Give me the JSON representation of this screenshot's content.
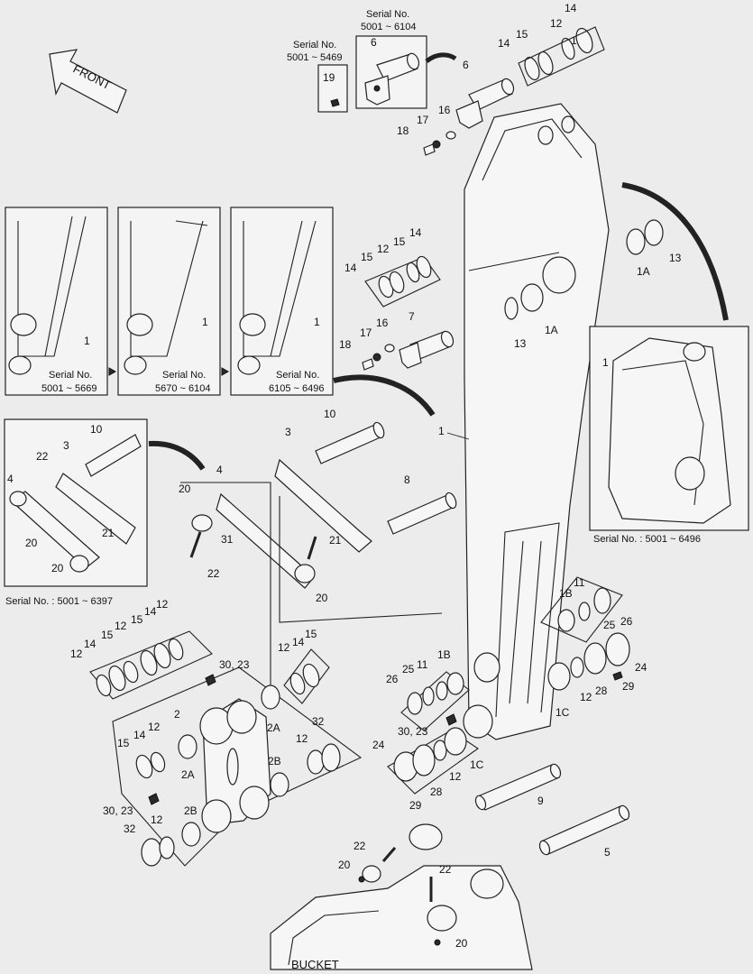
{
  "front_label": "FRONT",
  "bucket_label": "BUCKET",
  "serial": {
    "prefix": "Serial No.",
    "pin6": "5001 ~ 6104",
    "bolt19": "5001 ~ 5469",
    "arm_a": "5001 ~ 5669",
    "arm_b": "5670 ~ 6104",
    "arm_c": "6105 ~ 6496",
    "link_box": "Serial No. : 5001 ~ 6397",
    "arm_top_box": "Serial No. : 5001 ~ 6496"
  },
  "parts": {
    "p1": "1",
    "p1a": "1A",
    "p1b": "1B",
    "p1c": "1C",
    "p2": "2",
    "p2a": "2A",
    "p2b": "2B",
    "p3": "3",
    "p4": "4",
    "p5": "5",
    "p6": "6",
    "p7": "7",
    "p8": "8",
    "p9": "9",
    "p10": "10",
    "p11": "11",
    "p12": "12",
    "p13": "13",
    "p14": "14",
    "p15": "15",
    "p16": "16",
    "p17": "17",
    "p18": "18",
    "p19": "19",
    "p20": "20",
    "p21": "21",
    "p22": "22",
    "p24": "24",
    "p25": "25",
    "p26": "26",
    "p28": "28",
    "p29": "29",
    "p30_23": "30, 23",
    "p31": "31",
    "p32": "32"
  }
}
